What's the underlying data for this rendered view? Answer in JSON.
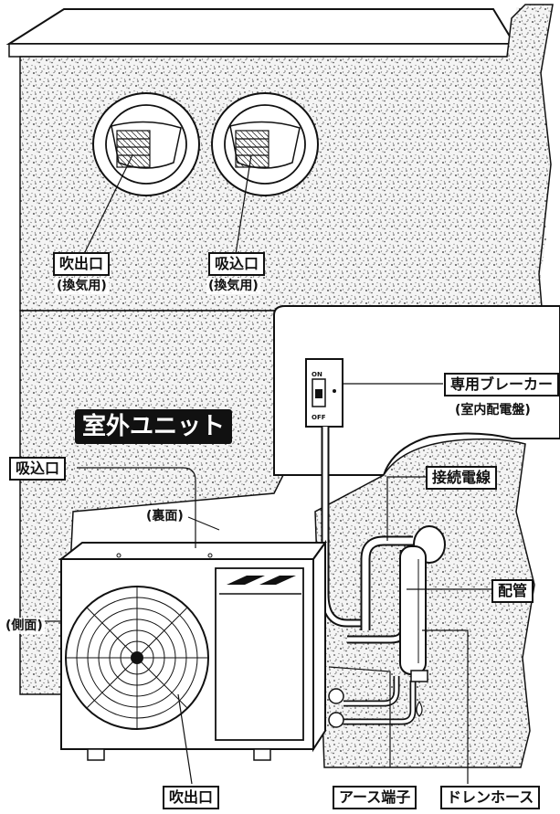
{
  "title": "室外ユニット",
  "labels": {
    "vent_outlet": "吹出口",
    "vent_outlet_note": "(換気用)",
    "vent_inlet": "吸込口",
    "vent_inlet_note": "(換気用)",
    "breaker": "専用ブレーカー",
    "breaker_note": "(室内配電盤)",
    "unit_inlet": "吸込口",
    "rear_note": "(裏面)",
    "connection_wire": "接続電線",
    "piping": "配管",
    "side_note": "(側面)",
    "unit_outlet": "吹出口",
    "earth_terminal": "アース端子",
    "drain_hose": "ドレンホース"
  },
  "switch": {
    "on": "ON",
    "off": "OFF"
  }
}
